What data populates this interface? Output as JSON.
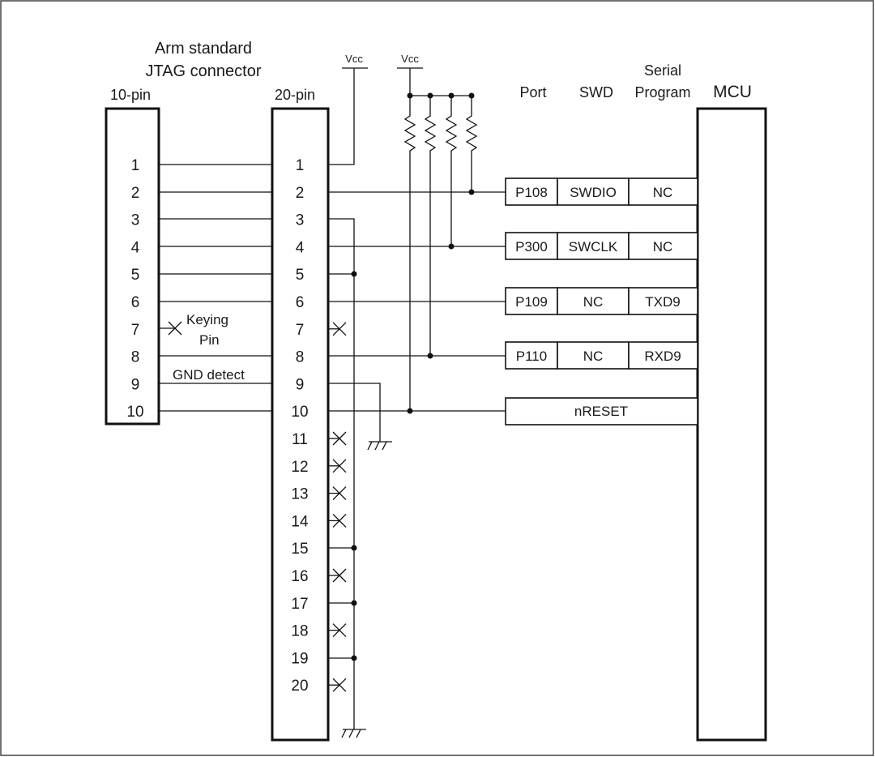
{
  "header": {
    "title_line1": "Arm standard",
    "title_line2": "JTAG connector",
    "ten_pin_label": "10-pin",
    "twenty_pin_label": "20-pin",
    "vcc_left": "Vcc",
    "vcc_right": "Vcc",
    "col_port": "Port",
    "col_swd": "SWD",
    "col_serial_line1": "Serial",
    "col_serial_line2": "Program",
    "mcu_label": "MCU"
  },
  "connector10": {
    "pins": [
      "1",
      "2",
      "3",
      "4",
      "5",
      "6",
      "7",
      "8",
      "9",
      "10"
    ],
    "keying_line1": "Keying",
    "keying_line2": "Pin",
    "gnd_detect": "GND detect"
  },
  "connector20": {
    "pins": [
      "1",
      "2",
      "3",
      "4",
      "5",
      "6",
      "7",
      "8",
      "9",
      "10",
      "11",
      "12",
      "13",
      "14",
      "15",
      "16",
      "17",
      "18",
      "19",
      "20"
    ]
  },
  "signals": [
    {
      "port": "P108",
      "swd": "SWDIO",
      "serial": "NC"
    },
    {
      "port": "P300",
      "swd": "SWCLK",
      "serial": "NC"
    },
    {
      "port": "P109",
      "swd": "NC",
      "serial": "TXD9"
    },
    {
      "port": "P110",
      "swd": "NC",
      "serial": "RXD9"
    }
  ],
  "reset_label": "nRESET"
}
